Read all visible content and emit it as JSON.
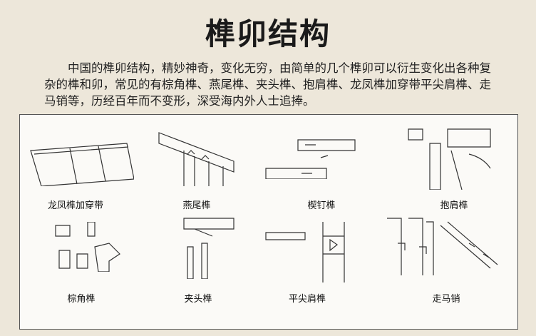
{
  "title": "榫卯结构",
  "intro": "中国的榫卯结构，精妙神奇，变化无穷，由简单的几个榫卯可以衍生变化出各种复杂的榫和卯，常见的有棕角榫、燕尾榫、夹头榫、抱肩榫、龙凤榫加穿带平尖肩榫、走马销等，历经百年而不变形，深受海内外人士追捧。",
  "joints": [
    {
      "label": "龙凤榫加穿带"
    },
    {
      "label": "燕尾榫"
    },
    {
      "label": "楔钉榫"
    },
    {
      "label": "抱肩榫"
    },
    {
      "label": "棕角榫"
    },
    {
      "label": "夹头榫"
    },
    {
      "label": "平尖肩榫"
    },
    {
      "label": "走马销"
    }
  ]
}
